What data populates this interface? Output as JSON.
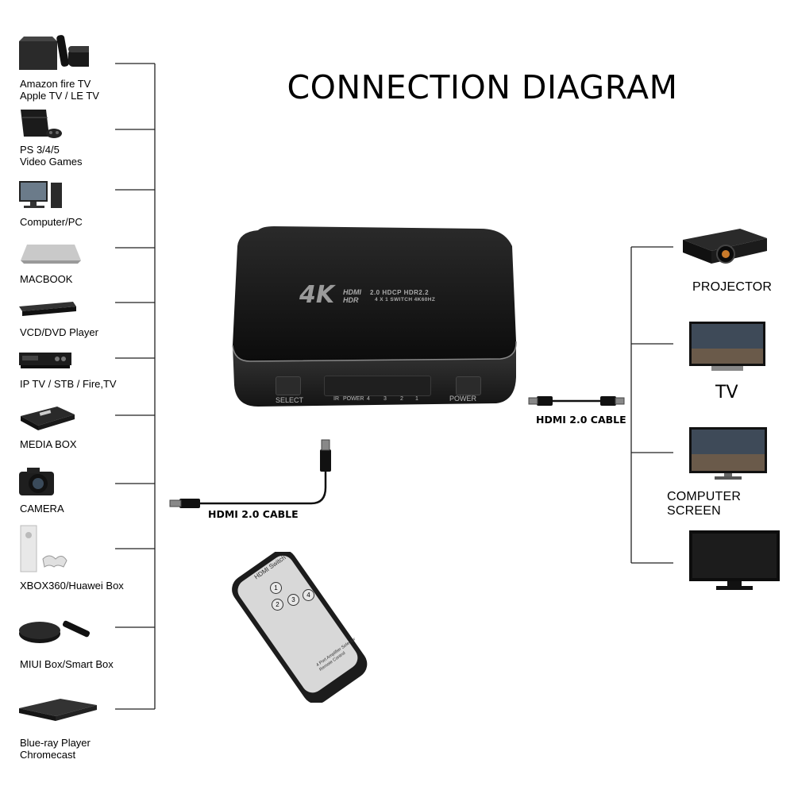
{
  "title": "CONNECTION DIAGRAM",
  "sources": [
    {
      "label": "Amazon fire TV\nApple TV / LE TV",
      "icon": "streaming-box-icon"
    },
    {
      "label": "PS 3/4/5\nVideo Games",
      "icon": "game-console-icon"
    },
    {
      "label": "Computer/PC",
      "icon": "desktop-computer-icon"
    },
    {
      "label": "MACBOOK",
      "icon": "laptop-icon"
    },
    {
      "label": "VCD/DVD Player",
      "icon": "dvd-player-icon"
    },
    {
      "label": "IP TV / STB / Fire,TV",
      "icon": "set-top-box-icon"
    },
    {
      "label": "MEDIA BOX",
      "icon": "media-box-icon"
    },
    {
      "label": "CAMERA",
      "icon": "camera-icon"
    },
    {
      "label": "XBOX360/Huawei Box",
      "icon": "xbox-icon"
    },
    {
      "label": "MIUI Box/Smart Box",
      "icon": "smart-box-icon"
    },
    {
      "label": "Blue-ray Player\nChromecast",
      "icon": "bluray-player-icon"
    }
  ],
  "outputs": [
    {
      "label": "PROJECTOR",
      "icon": "projector-icon"
    },
    {
      "label": "TV",
      "icon": "tv-icon"
    },
    {
      "label": "COMPUTER SCREEN",
      "icon": "monitor-icon"
    },
    {
      "label": "",
      "icon": "flat-tv-icon"
    }
  ],
  "switch": {
    "badge": "4K",
    "brand_top": "HDMI",
    "brand_bottom": "HDR",
    "spec_line1": "2.0 HDCP HDR2.2",
    "spec_line2": "4 X 1 SWITCH 4K60HZ",
    "select_label": "SELECT",
    "power_label": "POWER",
    "indicator_labels": [
      "IR",
      "POWER",
      "4",
      "3",
      "2",
      "1"
    ]
  },
  "cables": {
    "input": "HDMI 2.0 CABLE",
    "output": "HDMI 2.0 CABLE"
  },
  "remote": {
    "header": "HDMI Switch",
    "buttons": [
      "1",
      "2",
      "3",
      "4"
    ],
    "footer": "4 Port Amplifier Selector\nRemote Control"
  }
}
